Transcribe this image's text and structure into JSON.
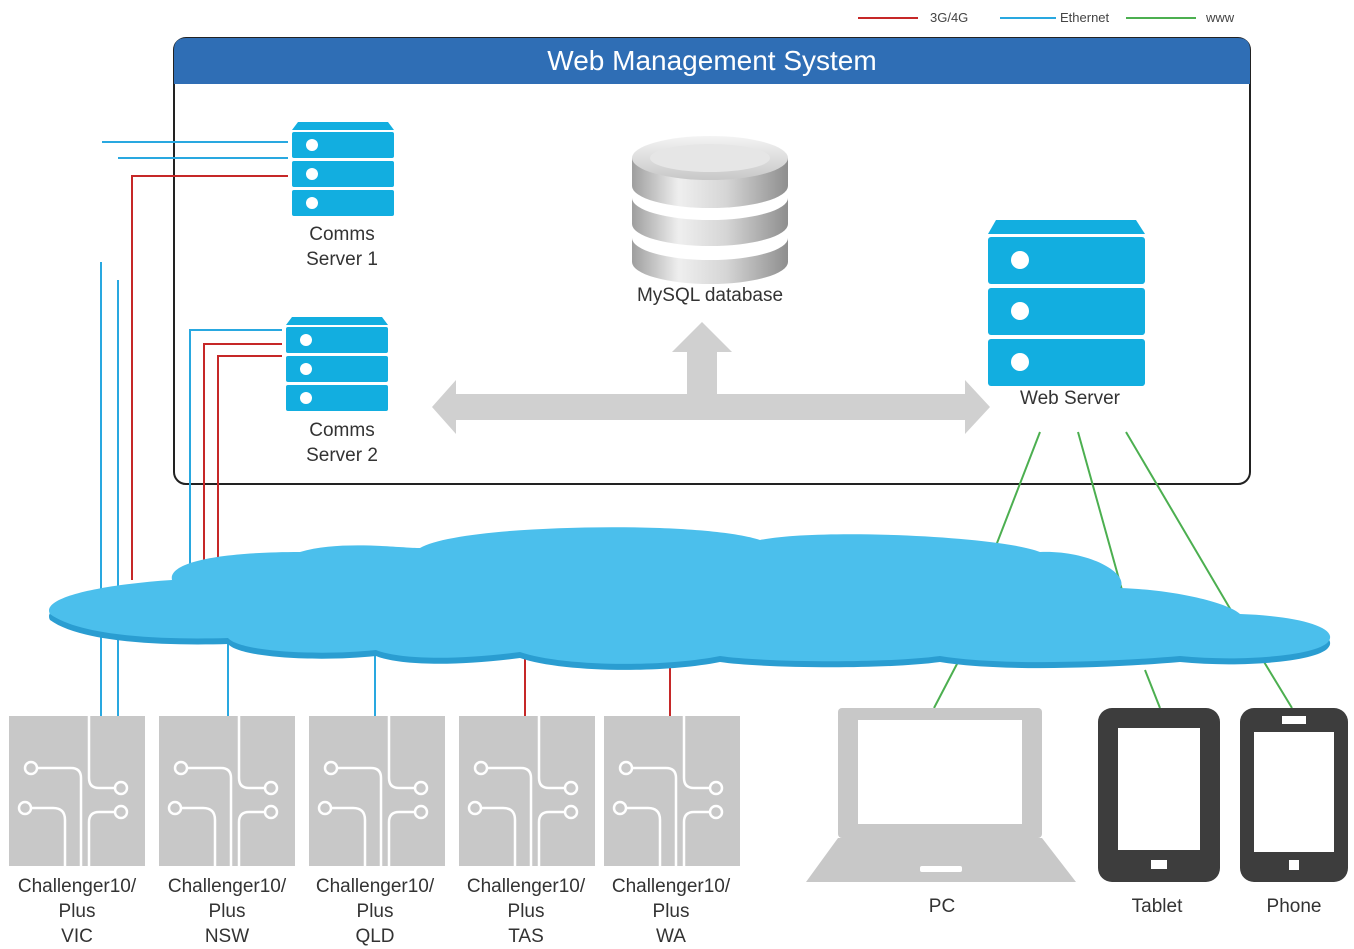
{
  "legend": [
    {
      "label": "3G/4G",
      "color": "#c62828"
    },
    {
      "label": "Ethernet",
      "color": "#29a8e0"
    },
    {
      "label": "www",
      "color": "#4caf50"
    }
  ],
  "system": {
    "title": "Web Management System",
    "header_color": "#2f6eb5"
  },
  "servers": {
    "comms1": {
      "line1": "Comms",
      "line2": "Server 1"
    },
    "comms2": {
      "line1": "Comms",
      "line2": "Server 2"
    },
    "database": "MySQL database",
    "web": "Web Server"
  },
  "server_color": "#12aee0",
  "cloud_color": "#4bbfec",
  "devices": [
    {
      "line1": "Challenger10/",
      "line2": "Plus",
      "line3": "VIC",
      "link": "ethernet"
    },
    {
      "line1": "Challenger10/",
      "line2": "Plus",
      "line3": "NSW",
      "link": "ethernet"
    },
    {
      "line1": "Challenger10/",
      "line2": "Plus",
      "line3": "QLD",
      "link": "ethernet"
    },
    {
      "line1": "Challenger10/",
      "line2": "Plus",
      "line3": "TAS",
      "link": "3G/4G"
    },
    {
      "line1": "Challenger10/",
      "line2": "Plus",
      "line3": "WA",
      "link": "3G/4G"
    }
  ],
  "clients": {
    "pc": "PC",
    "tablet": "Tablet",
    "phone": "Phone"
  }
}
